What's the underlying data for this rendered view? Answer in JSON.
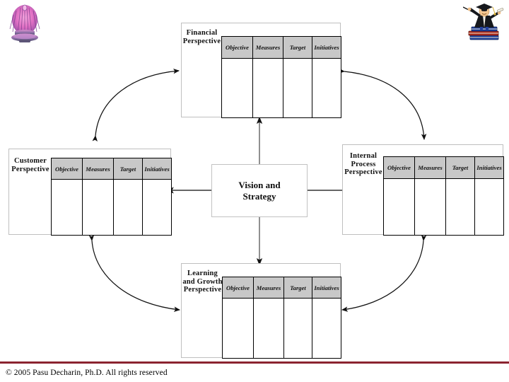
{
  "slide": {
    "columns": [
      "Objective",
      "Measures",
      "Target",
      "Initiatives"
    ],
    "center": {
      "label": "Vision and\nStrategy"
    },
    "panels": [
      {
        "id": "financial",
        "title": "Financial\nPerspective"
      },
      {
        "id": "customer",
        "title": "Customer\nPerspective"
      },
      {
        "id": "internal-process",
        "title": "Internal\nProcess\nPerspective"
      },
      {
        "id": "learning-growth",
        "title": "Learning\nand\nGrowth\nPerspective"
      }
    ],
    "logos": [
      {
        "id": "university-emblem-logo",
        "alt": "chulalongkorn-emblem"
      },
      {
        "id": "graduate-clipart-logo",
        "alt": "graduate-on-books"
      }
    ],
    "arrows": {
      "up": "arrow-up-to-financial",
      "down": "arrow-down-to-learning",
      "left": "arrow-left-to-customer",
      "right": "arrow-right-to-internal-process",
      "curves": [
        "curve-financial-customer",
        "curve-financial-internal",
        "curve-customer-learning",
        "curve-internal-learning"
      ]
    },
    "colors": {
      "header_fill": "#c8c8c8",
      "panel_border": "#bfbfbf",
      "grid_border": "#000000",
      "footer_rule": "#8b2430"
    }
  },
  "footer": {
    "copyright": "© 2005 Pasu Decharin, Ph.D. All rights reserved"
  }
}
